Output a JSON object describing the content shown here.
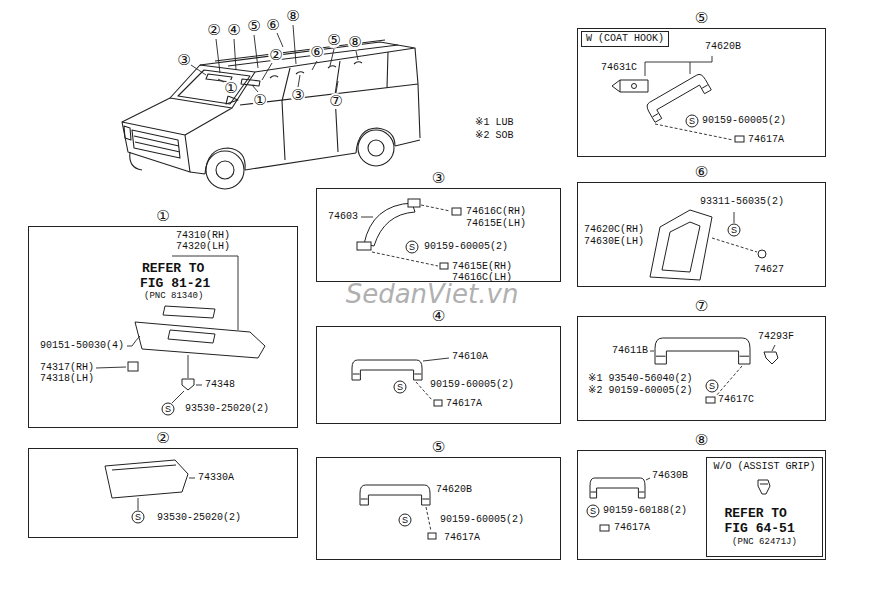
{
  "diagram": {
    "nodes": [
      {
        "text": [
          "⑤"
        ]
      },
      {
        "text": [
          "W (COAT HOOK)"
        ],
        "in": 0
      },
      {
        "text": [
          "③"
        ]
      },
      {
        "text": [
          "⑥"
        ]
      },
      {
        "text": [
          "①"
        ]
      },
      {
        "text": [
          "④"
        ]
      },
      {
        "text": [
          "⑦"
        ]
      },
      {
        "text": [
          "②"
        ]
      },
      {
        "text": [
          "⑤"
        ]
      },
      {
        "text": [
          "⑧"
        ]
      },
      {
        "text": [
          "W/O (ASSIST GRIP)",
          "REFER TO FIG 64-51",
          "(PNC 62471J)"
        ],
        "in": 9
      }
    ],
    "labels": [
      "③",
      "②",
      "④",
      "⑤",
      "⑥",
      "⑧",
      "②",
      "⑥",
      "⑤",
      "⑧",
      "①",
      "①",
      "③",
      "⑦",
      "※1 LUB",
      "※2 SOB",
      "74620B",
      "74631C",
      "S",
      "90159-60005(2)",
      "74617A",
      "74603",
      "74616C(RH)",
      "74615E(LH)",
      "S",
      "90159-60005(2)",
      "74615E(RH)",
      "74616C(LH)",
      "93311-56035(2)",
      "S",
      "74620C(RH)",
      "74630E(LH)",
      "74627",
      "74310(RH)",
      "74320(LH)",
      "REFER TO",
      "FIG 81-21",
      "(PNC 81340)",
      "90151-50030(4)",
      "74317(RH)",
      "74318(LH)",
      "74348",
      "S",
      "93530-25020(2)",
      "74610A",
      "S",
      "90159-60005(2)",
      "74617A",
      "74611B",
      "74293F",
      "※1 93540-56040(2)",
      "※2 90159-60005(2)",
      "S",
      "74617C",
      "74330A",
      "S",
      "93530-25020(2)",
      "74620B",
      "S",
      "90159-60005(2)",
      "74617A",
      "74630B",
      "S",
      "90159-60188(2)",
      "74617A",
      "SedanViet.vn"
    ]
  }
}
